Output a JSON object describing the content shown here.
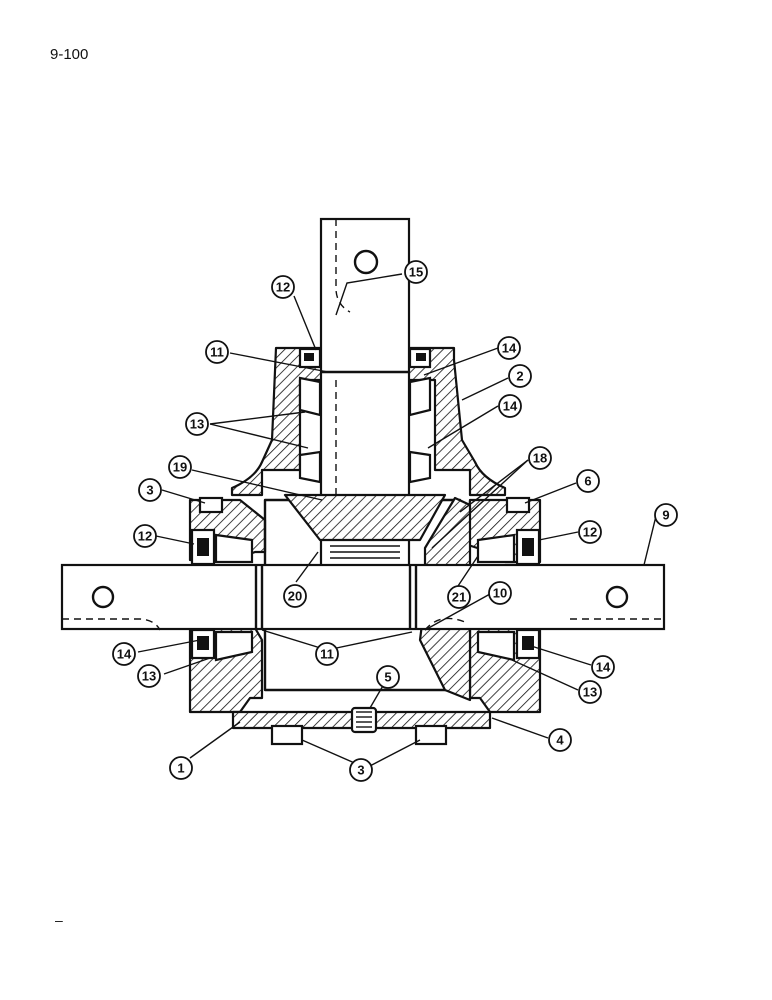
{
  "page": {
    "page_number": "9-100",
    "footer_mark": "–"
  },
  "callouts": {
    "c1": "1",
    "c2": "2",
    "c3_upper": "3",
    "c3_lower": "3",
    "c4": "4",
    "c5": "5",
    "c6": "6",
    "c9": "9",
    "c10": "10",
    "c11_upper": "11",
    "c11_lower": "11",
    "c12_upper": "12",
    "c12_left": "12",
    "c12_right": "12",
    "c13_upper": "13",
    "c13_left": "13",
    "c13_right": "13",
    "c14_upper": "14",
    "c14_mid": "14",
    "c14_left": "14",
    "c14_right": "14",
    "c15": "15",
    "c18": "18",
    "c19": "19",
    "c20": "20",
    "c21": "21"
  }
}
